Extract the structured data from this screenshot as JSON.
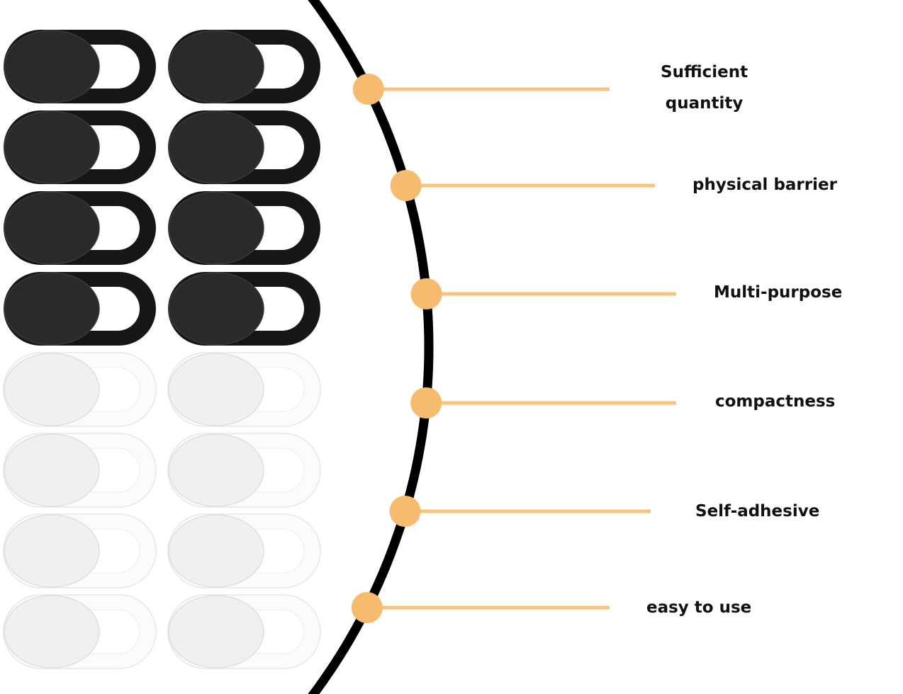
{
  "colors": {
    "background": "#ffffff",
    "arc": "#000000",
    "connector": "#f7c27a",
    "dot": "#f7bb70",
    "cover_black": "#2a2a2a",
    "cover_black_frame": "#161616",
    "cover_white": "#f0f0f0",
    "cover_white_frame": "#fbfbfb",
    "label_text": "#111111"
  },
  "product": {
    "black_covers": 8,
    "white_covers": 8,
    "icon": "webcam-slider-cover-icon"
  },
  "features": [
    {
      "lines": [
        "Sufficient",
        "quantity"
      ]
    },
    {
      "lines": [
        "physical barrier"
      ]
    },
    {
      "lines": [
        "Multi-purpose"
      ]
    },
    {
      "lines": [
        "compactness"
      ]
    },
    {
      "lines": [
        "Self-adhesive"
      ]
    },
    {
      "lines": [
        "easy to use"
      ]
    }
  ]
}
